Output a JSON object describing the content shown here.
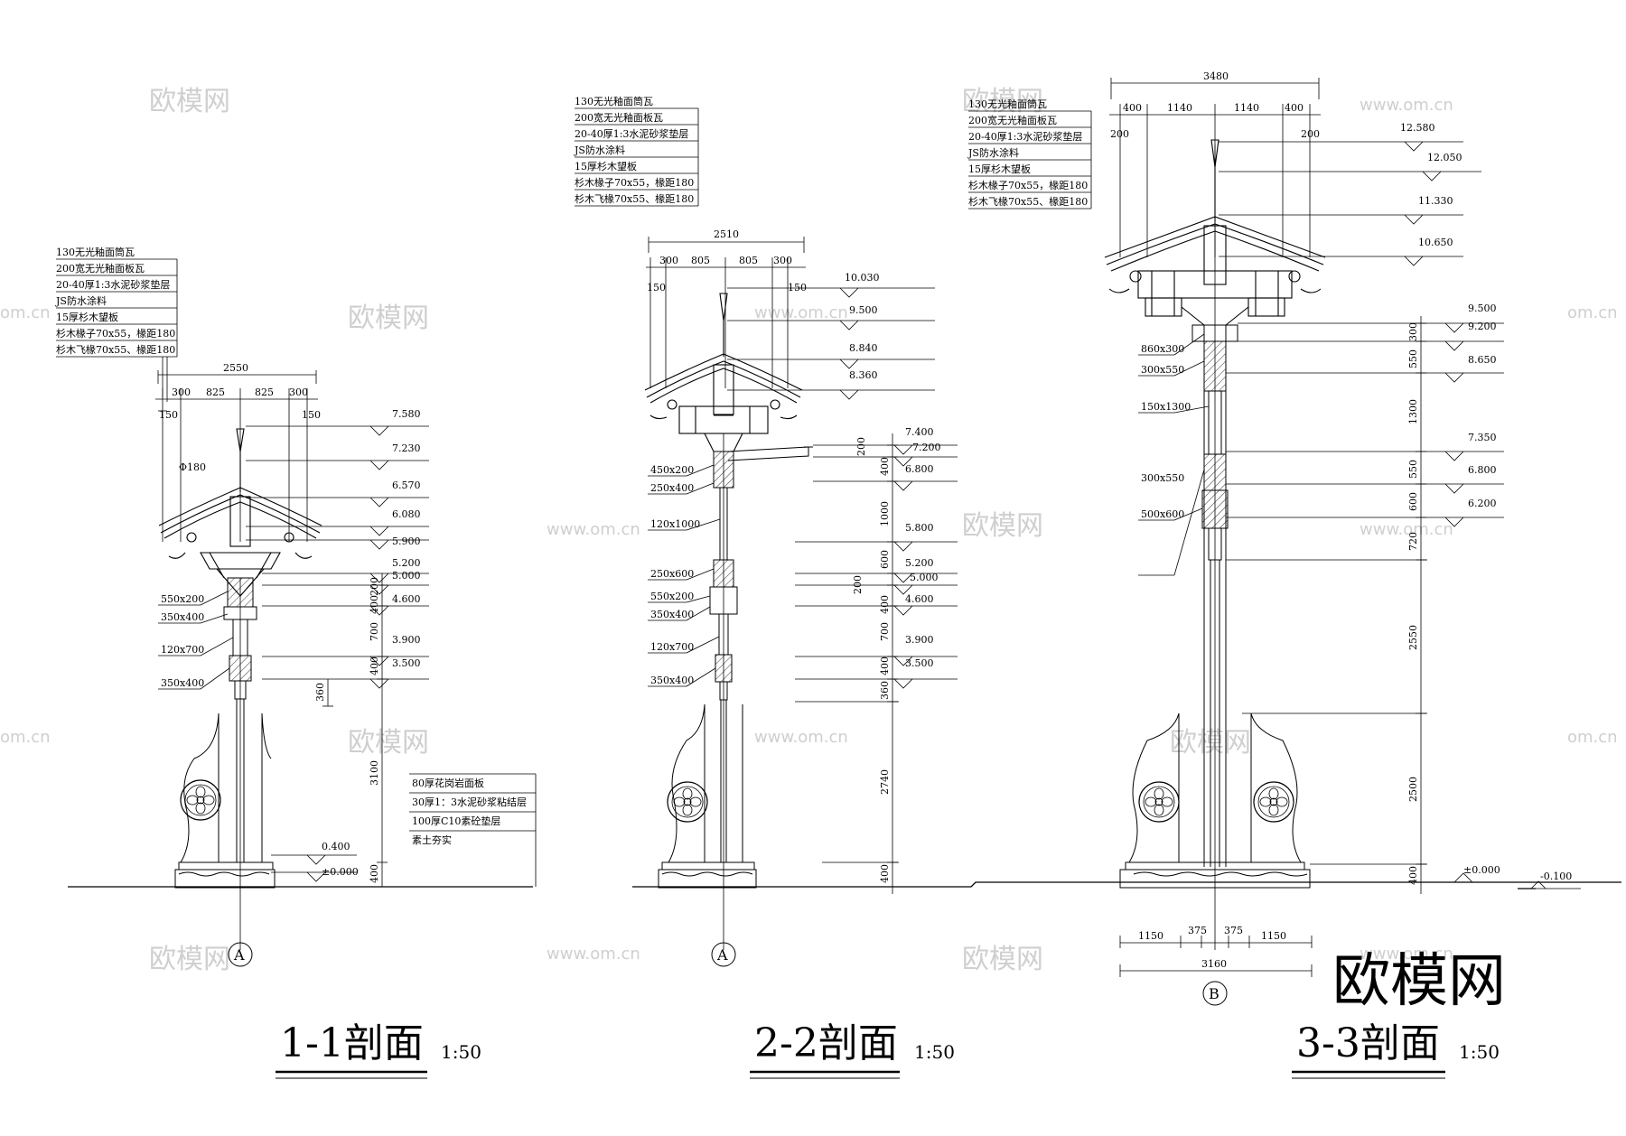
{
  "watermark": {
    "brand_cn": "欧模网",
    "brand_small": "欧模网",
    "url": "www.om.cn",
    "url_partial": "om.cn"
  },
  "sections": [
    {
      "id": "s1",
      "title": "1-1剖面",
      "scale": "1:50",
      "axis": "A",
      "layers": [
        "130无光釉面筒瓦",
        "200宽无光釉面板瓦",
        "20-40厚1:3水泥砂浆垫层",
        "JS防水涂料",
        "15厚杉木望板",
        "杉木椽子70x55，椽距180",
        "杉木飞椽70x55、椽距180"
      ],
      "top_dims": {
        "total": "2550",
        "parts": [
          "300",
          "825",
          "825",
          "300"
        ],
        "edge": [
          "150",
          "150"
        ]
      },
      "phi": "Φ180",
      "left_labels": [
        "550x200",
        "350x400",
        "120x700",
        "350x400"
      ],
      "elevations": [
        "7.580",
        "7.230",
        "6.570",
        "6.080",
        "5.900",
        "5.200",
        "5.000",
        "4.600",
        "3.900",
        "3.500",
        "0.400",
        "±0.000"
      ],
      "vert_dims": [
        "200",
        "400",
        "700",
        "400",
        "360",
        "3100",
        "400"
      ],
      "floor_layers": [
        "80厚花岗岩面板",
        "30厚1：3水泥砂浆粘结层",
        "100厚C10素砼垫层",
        "素土夯实"
      ]
    },
    {
      "id": "s2",
      "title": "2-2剖面",
      "scale": "1:50",
      "axis": "A",
      "layers": [
        "130无光釉面筒瓦",
        "200宽无光釉面板瓦",
        "20-40厚1:3水泥砂浆垫层",
        "JS防水涂料",
        "15厚杉木望板",
        "杉木椽子70x55，椽距180",
        "杉木飞椽70x55、椽距180"
      ],
      "top_dims": {
        "total": "2510",
        "parts": [
          "300",
          "805",
          "805",
          "300"
        ],
        "edge": [
          "150",
          "150"
        ]
      },
      "left_labels": [
        "450x200",
        "250x400",
        "120x1000",
        "250x600",
        "550x200",
        "350x400",
        "120x700",
        "350x400"
      ],
      "elevations": [
        "10.030",
        "9.500",
        "8.840",
        "8.360",
        "7.400",
        "7.200",
        "6.800",
        "5.800",
        "5.200",
        "5.000",
        "4.600",
        "3.900",
        "3.500"
      ],
      "vert_dims": [
        "200",
        "400",
        "1000",
        "600",
        "200",
        "400",
        "700",
        "400",
        "360",
        "2740",
        "400"
      ]
    },
    {
      "id": "s3",
      "title": "3-3剖面",
      "scale": "1:50",
      "axis": "B",
      "layers": [
        "130无光釉面筒瓦",
        "200宽无光釉面板瓦",
        "20-40厚1:3水泥砂浆垫层",
        "JS防水涂料",
        "15厚杉木望板",
        "杉木椽子70x55，椽距180",
        "杉木飞椽70x55、椽距180"
      ],
      "top_dims": {
        "total": "3480",
        "parts": [
          "400",
          "1140",
          "1140",
          "400"
        ],
        "edge": [
          "200",
          "200"
        ]
      },
      "left_labels": [
        "860x300",
        "300x550",
        "150x1300",
        "300x550",
        "500x600"
      ],
      "elevations": [
        "12.580",
        "12.050",
        "11.330",
        "10.650",
        "9.500",
        "9.200",
        "8.650",
        "7.350",
        "6.800",
        "6.200",
        "±0.000",
        "-0.100"
      ],
      "vert_dims": [
        "300",
        "550",
        "1300",
        "550",
        "600",
        "720",
        "2550",
        "2500",
        "400"
      ],
      "bottom_dims": {
        "parts": [
          "1150",
          "375",
          "375",
          "1150"
        ],
        "total": "3160"
      }
    }
  ]
}
